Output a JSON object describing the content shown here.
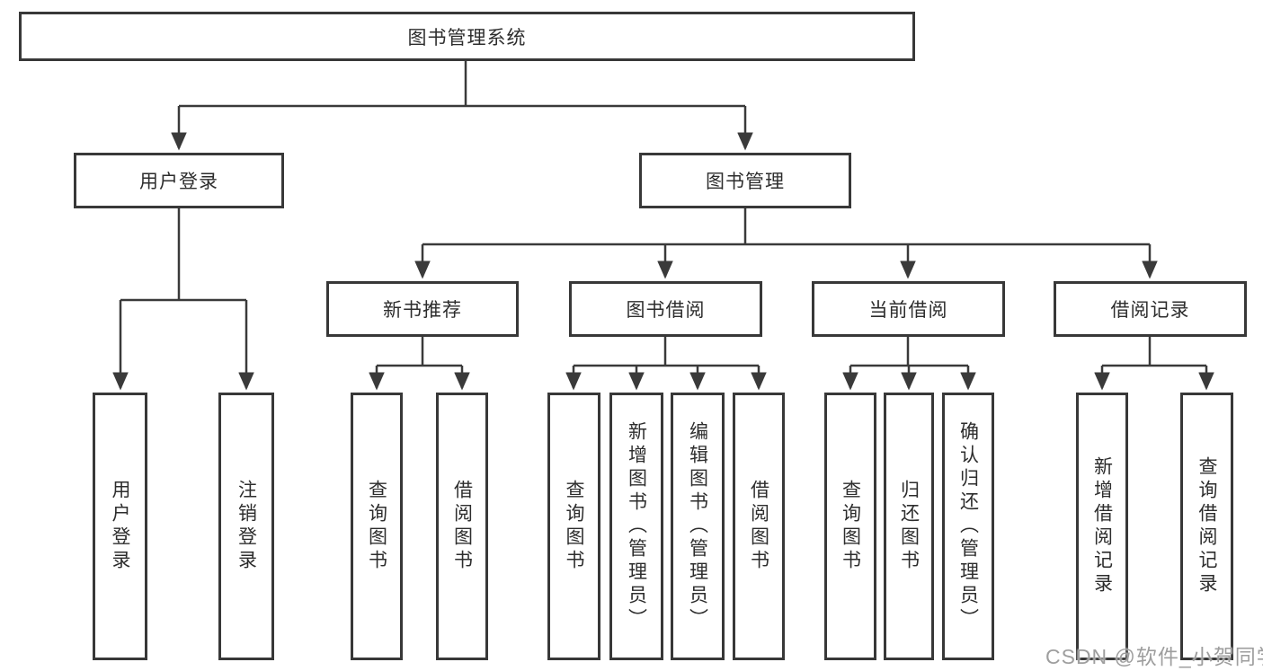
{
  "diagram": {
    "title_node": {
      "label": "图书管理系统"
    },
    "level2": [
      {
        "label": "用户登录"
      },
      {
        "label": "图书管理"
      }
    ],
    "level3": [
      {
        "label": "新书推荐"
      },
      {
        "label": "图书借阅"
      },
      {
        "label": "当前借阅"
      },
      {
        "label": "借阅记录"
      }
    ],
    "leaves": [
      {
        "label": "用户登录"
      },
      {
        "label": "注销登录"
      },
      {
        "label": "查询图书"
      },
      {
        "label": "借阅图书"
      },
      {
        "label": "查询图书"
      },
      {
        "label": "新增图书（管理员）"
      },
      {
        "label": "编辑图书（管理员）"
      },
      {
        "label": "借阅图书"
      },
      {
        "label": "查询图书"
      },
      {
        "label": "归还图书"
      },
      {
        "label": "确认归还（管理员）"
      },
      {
        "label": "新增借阅记录"
      },
      {
        "label": "查询借阅记录"
      }
    ],
    "colors": {
      "line": "#3a3a3a",
      "box_border": "#383838",
      "text": "#2d2d2d",
      "watermark": "#9e9e9e",
      "background": "#ffffff"
    }
  },
  "watermark": {
    "text": "CSDN @软件_小贺同学"
  }
}
